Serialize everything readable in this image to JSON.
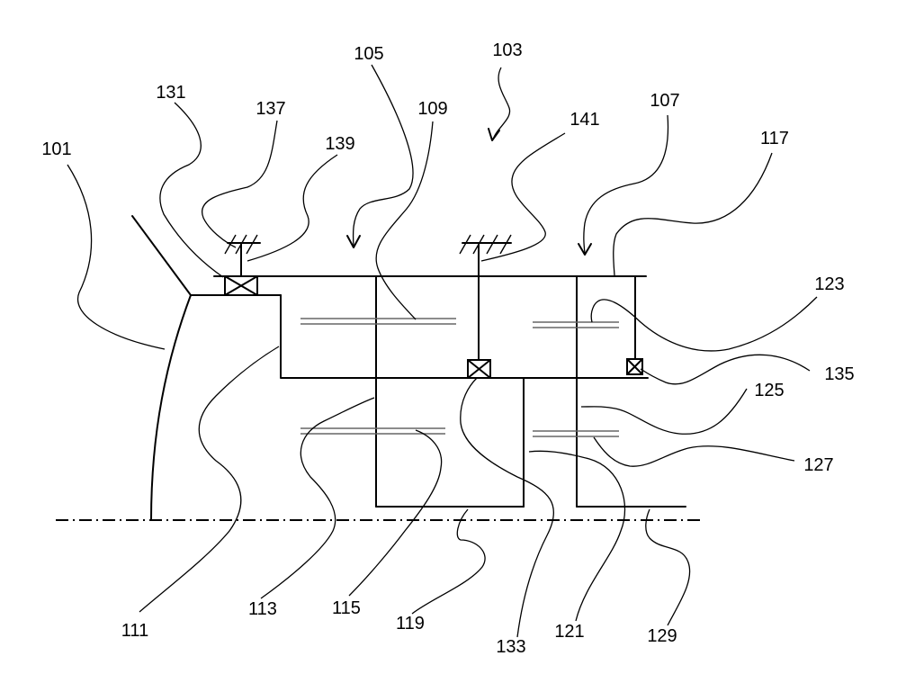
{
  "figure": {
    "reference_numerals": {
      "n101": "101",
      "n103": "103",
      "n105": "105",
      "n107": "107",
      "n109": "109",
      "n111": "111",
      "n113": "113",
      "n115": "115",
      "n117": "117",
      "n119": "119",
      "n121": "121",
      "n123": "123",
      "n125": "125",
      "n127": "127",
      "n129": "129",
      "n131": "131",
      "n133": "133",
      "n135": "135",
      "n137": "137",
      "n139": "139",
      "n141": "141"
    },
    "colors": {
      "line": "#000000",
      "gear_teeth": "#666666",
      "hidden_lines": "#c9c9c9",
      "background": "#ffffff"
    }
  }
}
